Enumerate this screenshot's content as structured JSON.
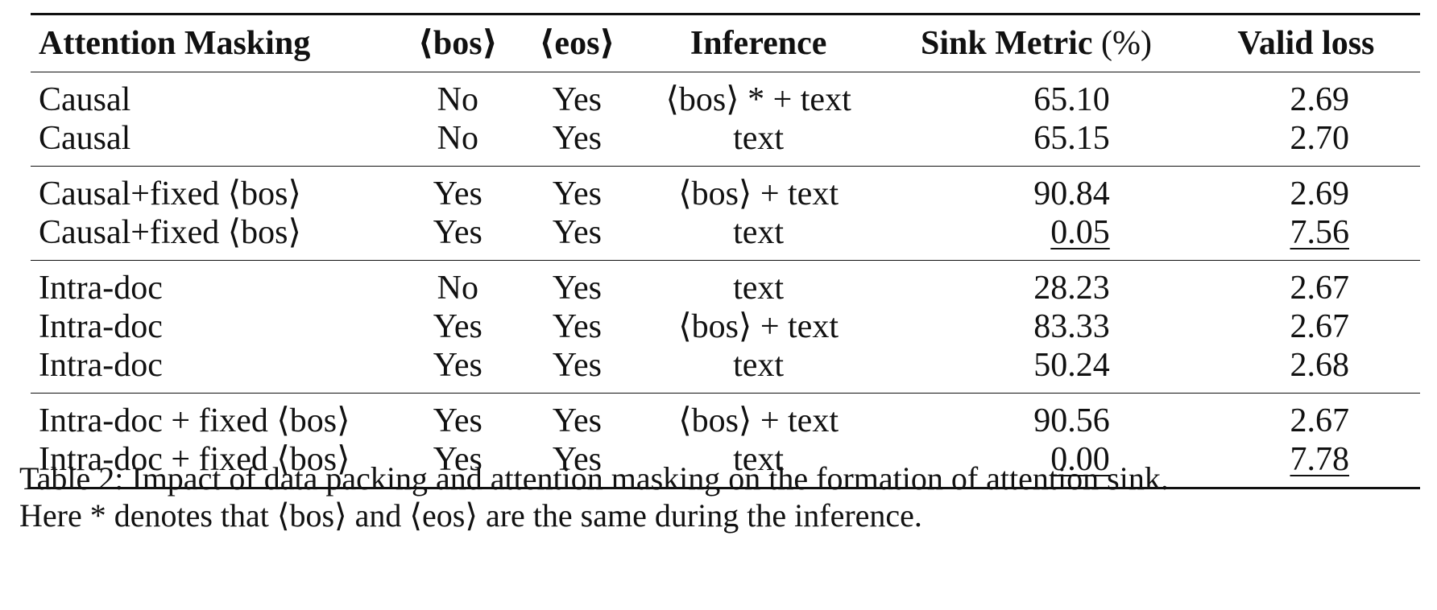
{
  "table": {
    "headers": {
      "masking": "Attention Masking",
      "bos": "⟨bos⟩",
      "eos": "⟨eos⟩",
      "inference": "Inference",
      "sink_label": "Sink Metric",
      "sink_unit": "(%)",
      "loss": "Valid loss"
    },
    "groups": [
      [
        {
          "masking": "Causal",
          "bos": "No",
          "eos": "Yes",
          "inference": "⟨bos⟩ * + text",
          "sink": "65.10",
          "loss": "2.69"
        },
        {
          "masking": "Causal",
          "bos": "No",
          "eos": "Yes",
          "inference": "text",
          "sink": "65.15",
          "loss": "2.70"
        }
      ],
      [
        {
          "masking": "Causal+fixed ⟨bos⟩",
          "bos": "Yes",
          "eos": "Yes",
          "inference": "⟨bos⟩ + text",
          "sink": "90.84",
          "loss": "2.69"
        },
        {
          "masking": "Causal+fixed ⟨bos⟩",
          "bos": "Yes",
          "eos": "Yes",
          "inference": "text",
          "sink": "0.05",
          "loss": "7.56",
          "underline": true
        }
      ],
      [
        {
          "masking": "Intra-doc",
          "bos": "No",
          "eos": "Yes",
          "inference": "text",
          "sink": "28.23",
          "loss": "2.67"
        },
        {
          "masking": "Intra-doc",
          "bos": "Yes",
          "eos": "Yes",
          "inference": "⟨bos⟩ + text",
          "sink": "83.33",
          "loss": "2.67"
        },
        {
          "masking": "Intra-doc",
          "bos": "Yes",
          "eos": "Yes",
          "inference": "text",
          "sink": "50.24",
          "loss": "2.68"
        }
      ],
      [
        {
          "masking": "Intra-doc + fixed ⟨bos⟩",
          "bos": "Yes",
          "eos": "Yes",
          "inference": "⟨bos⟩ + text",
          "sink": "90.56",
          "loss": "2.67"
        },
        {
          "masking": "Intra-doc + fixed ⟨bos⟩",
          "bos": "Yes",
          "eos": "Yes",
          "inference": "text",
          "sink": "0.00",
          "loss": "7.78",
          "underline": true
        }
      ]
    ]
  },
  "caption": {
    "line1": "Table 2: Impact of data packing and attention masking on the formation of attention sink.",
    "line2": "Here * denotes that ⟨bos⟩ and ⟨eos⟩ are the same during the inference."
  }
}
